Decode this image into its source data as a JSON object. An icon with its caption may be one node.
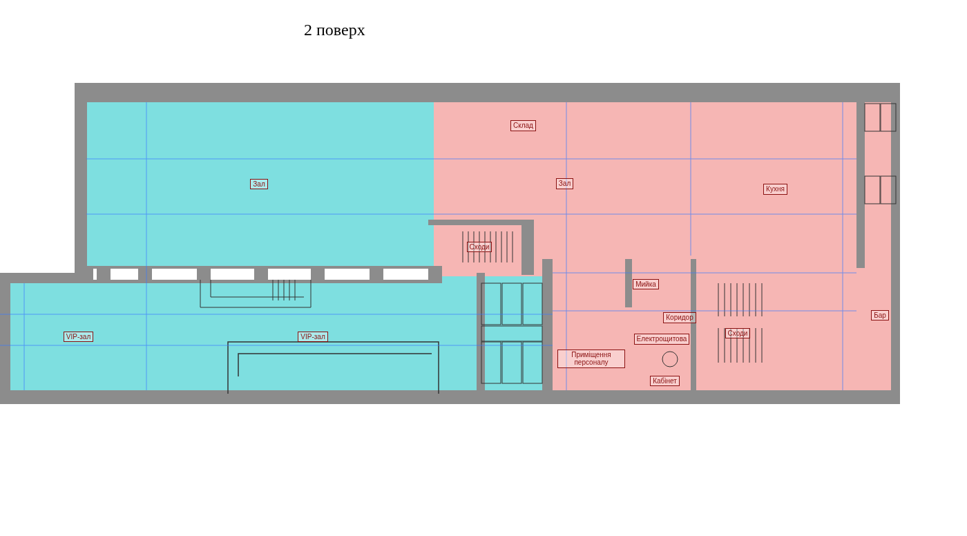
{
  "diagram": {
    "title": "2 поверх",
    "nodes": [
      {
        "text": [
          "Зал"
        ]
      },
      {
        "text": [
          "VIP-зал"
        ]
      },
      {
        "text": [
          "VIP-зал"
        ]
      },
      {
        "text": [
          "Сходи"
        ]
      },
      {
        "text": [
          "Склад"
        ]
      },
      {
        "text": [
          "Зал"
        ]
      },
      {
        "text": [
          "Кухня"
        ]
      },
      {
        "text": [
          "Сходи"
        ]
      },
      {
        "text": [
          "Бар"
        ]
      },
      {
        "text": [
          "Мийка"
        ]
      },
      {
        "text": [
          "Коридор"
        ]
      },
      {
        "text": [
          "Приміщення персоналу"
        ]
      },
      {
        "text": [
          "Електрощитова"
        ]
      },
      {
        "text": [
          "Кабінет"
        ]
      }
    ]
  }
}
